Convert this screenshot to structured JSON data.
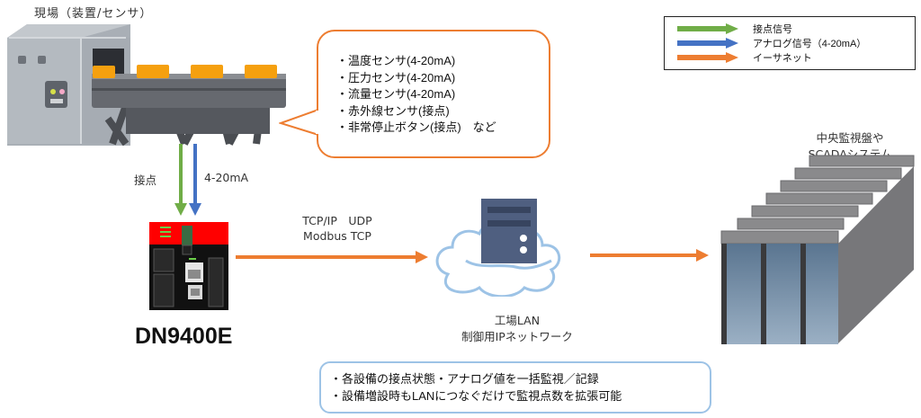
{
  "site": {
    "title": "現場（装置/センサ）"
  },
  "sensor_bubble": {
    "items": [
      "温度センサ(4-20mA)",
      "圧力センサ(4-20mA)",
      "流量センサ(4-20mA)",
      "赤外線センサ(接点)",
      "非常停止ボタン(接点)　など"
    ]
  },
  "signals": {
    "contact_label": "接点",
    "analog_label": "4-20mA"
  },
  "device": {
    "name": "DN9400E"
  },
  "protocols": {
    "line1": "TCP/IP　UDP",
    "line2": "Modbus TCP"
  },
  "network": {
    "line1": "工場LAN",
    "line2": "制御用IPネットワーク"
  },
  "scada": {
    "line1": "中央監視盤や",
    "line2": "SCADAシステム"
  },
  "legend": {
    "items": [
      {
        "label": "接点信号",
        "color": "#70AD47"
      },
      {
        "label": "アナログ信号（4-20mA）",
        "color": "#4472C4"
      },
      {
        "label": "イーサネット",
        "color": "#ED7D31"
      }
    ]
  },
  "note": {
    "items": [
      "各設備の接点状態・アナログ値を一括監視／記録",
      "設備増設時もLANにつなぐだけで監視点数を拡張可能"
    ]
  },
  "colors": {
    "contact": "#70AD47",
    "analog": "#4472C4",
    "ethernet": "#ED7D31",
    "bubble_border": "#ED7D31",
    "note_border": "#9DC3E6",
    "device_red": "#FF0000"
  }
}
